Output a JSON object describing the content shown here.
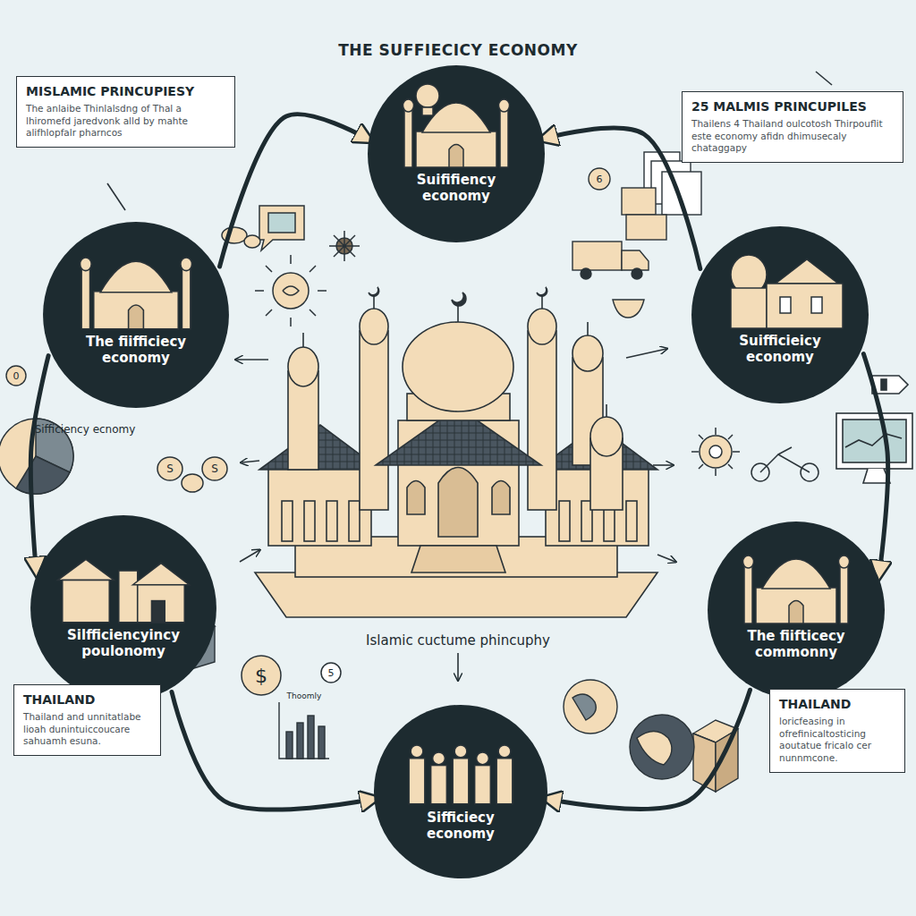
{
  "diagram": {
    "title": "THE SUFFIECICY ECONOMY",
    "nodes": [
      {
        "text": [
          "Suififiency economy"
        ]
      },
      {
        "text": [
          "The fiifficiecy economy"
        ]
      },
      {
        "text": [
          "Suifficieicy economy"
        ]
      },
      {
        "text": [
          "Silfficiencyincy poulonomy"
        ]
      },
      {
        "text": [
          "The fiifticecy commonny"
        ]
      },
      {
        "text": [
          "Sifficiecy economy"
        ]
      },
      {
        "text": [
          "MISLAMIC PRINCUPIESY",
          "The anlaibe Thinlalsdng of Thal a lhiromefd jaredvonk alld by mahte alifhlopfalr pharncos"
        ]
      },
      {
        "text": [
          "25 MALMIS PRINCUPILES",
          "Thailens 4 Thailand oulcotosh Thirpouflit este economy afidn dhimusecaly chataggapy"
        ]
      },
      {
        "text": [
          "THAILAND",
          "Thailand and unnitatlabe lioah dunintuiccoucare sahuamh esuna."
        ]
      },
      {
        "text": [
          "THAILAND",
          "loricfeasing in ofrefinicaltosticing aoutatue fricalo cer nunnmcone."
        ]
      }
    ],
    "edges": [
      {
        "from": 1,
        "to": 0,
        "arrow": "to"
      },
      {
        "from": 2,
        "to": 0,
        "arrow": "to"
      },
      {
        "from": 1,
        "to": 3,
        "arrow": "to"
      },
      {
        "from": 2,
        "to": 4,
        "arrow": "to"
      },
      {
        "from": 3,
        "to": 5,
        "arrow": "to"
      },
      {
        "from": 4,
        "to": 5,
        "arrow": "to"
      }
    ],
    "labels": [
      "Sifficiency ecnomy",
      "Islamic cuctume phincuphy",
      "6",
      "0",
      "S",
      "S",
      "$",
      "5",
      "Thoomly"
    ]
  }
}
